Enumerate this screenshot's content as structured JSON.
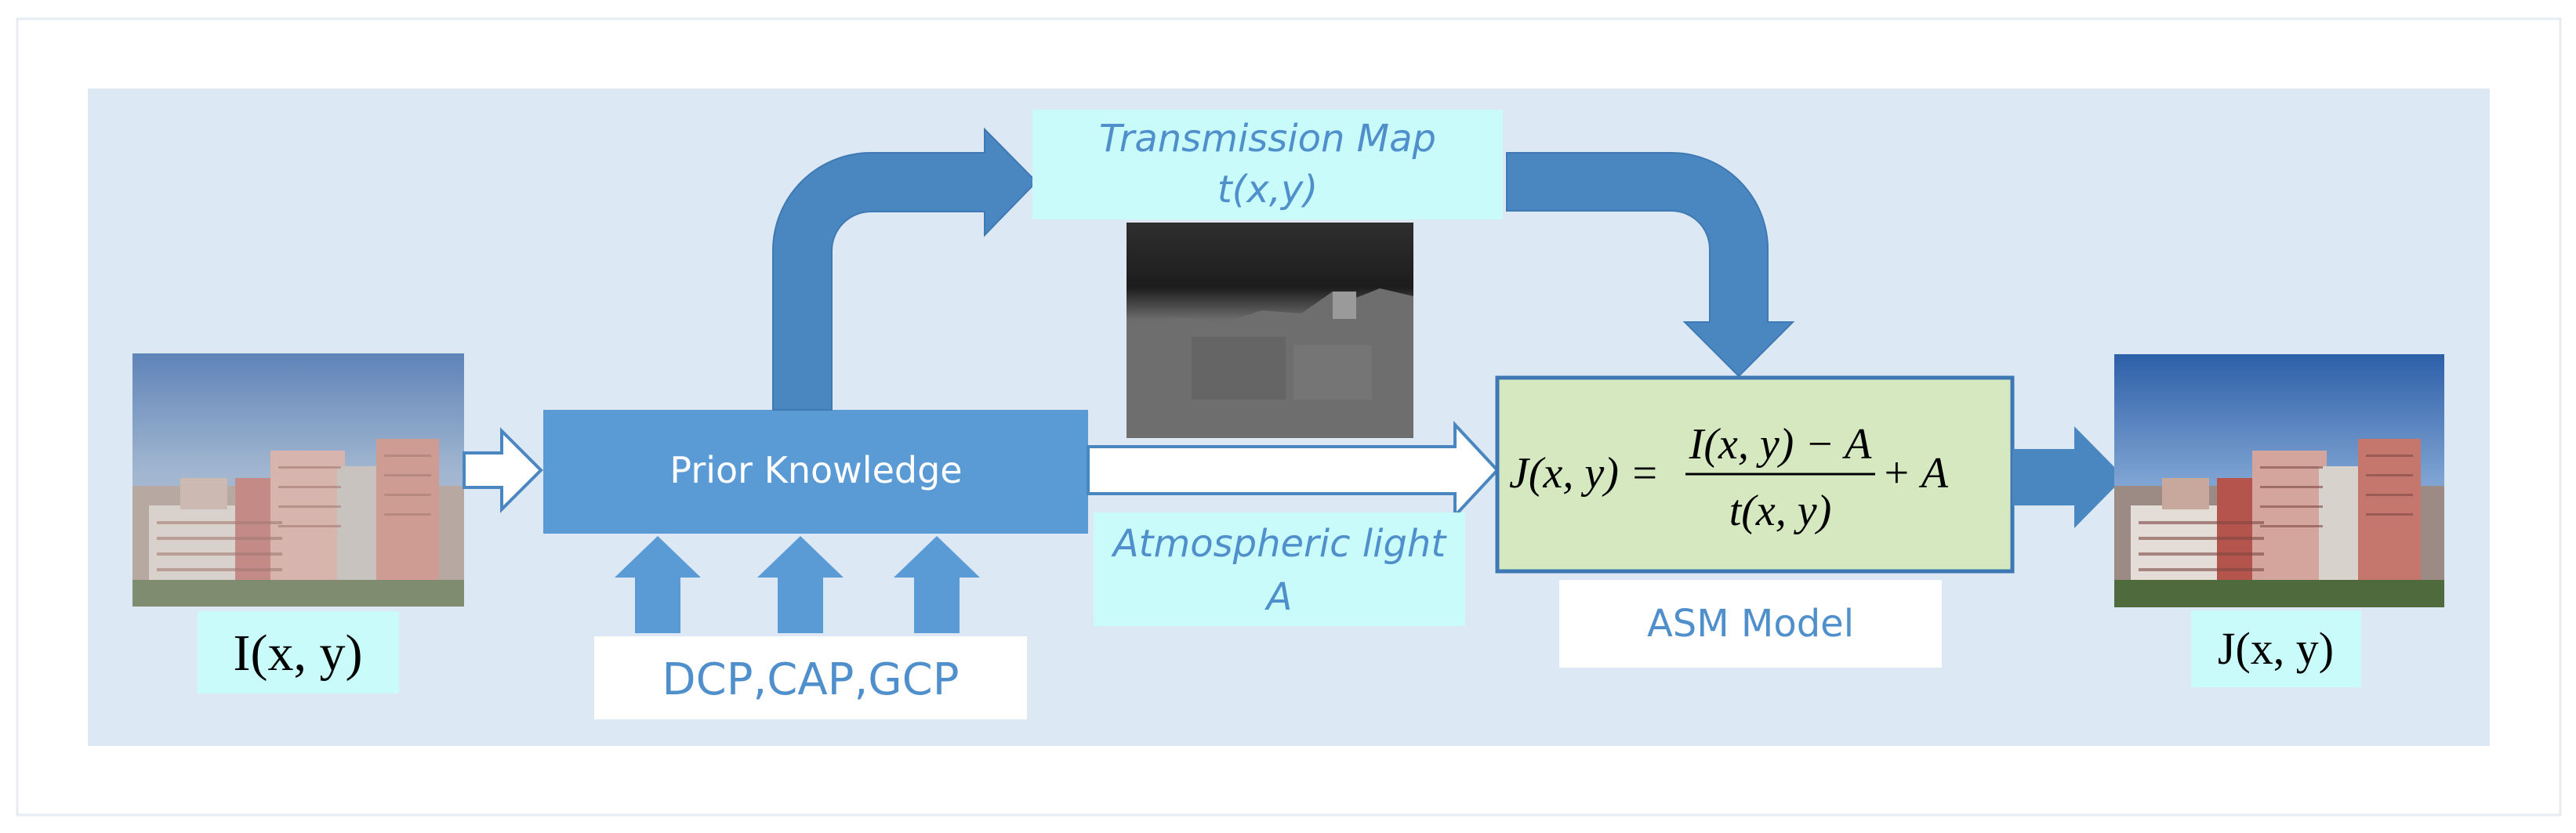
{
  "input_label": "I(x, y)",
  "output_label": "J(x, y)",
  "prior_knowledge": "Prior Knowledge",
  "priors": "DCP,CAP,GCP",
  "transmission_title": "Transmission Map",
  "transmission_var": "t(x,y)",
  "atmospheric_title": "Atmospheric light",
  "atmospheric_var": "A",
  "asm_model": "ASM Model",
  "equation": {
    "lhs": "J(x, y) =",
    "numerator": "I(x, y) − A",
    "denominator": "t(x, y)",
    "tail": "+ A"
  },
  "colors": {
    "panel": "#dce8f4",
    "arrow_blue": "#4a86c0",
    "box_blue": "#5b9bd5",
    "cyan_label": "#c9fbfb",
    "text_blue": "#4f8fcb",
    "green_box": "#d5e8c0",
    "green_border": "#3e78b4"
  },
  "icons": [
    "city-photo-hazy",
    "transmission-map-image",
    "city-photo-dehazed"
  ]
}
